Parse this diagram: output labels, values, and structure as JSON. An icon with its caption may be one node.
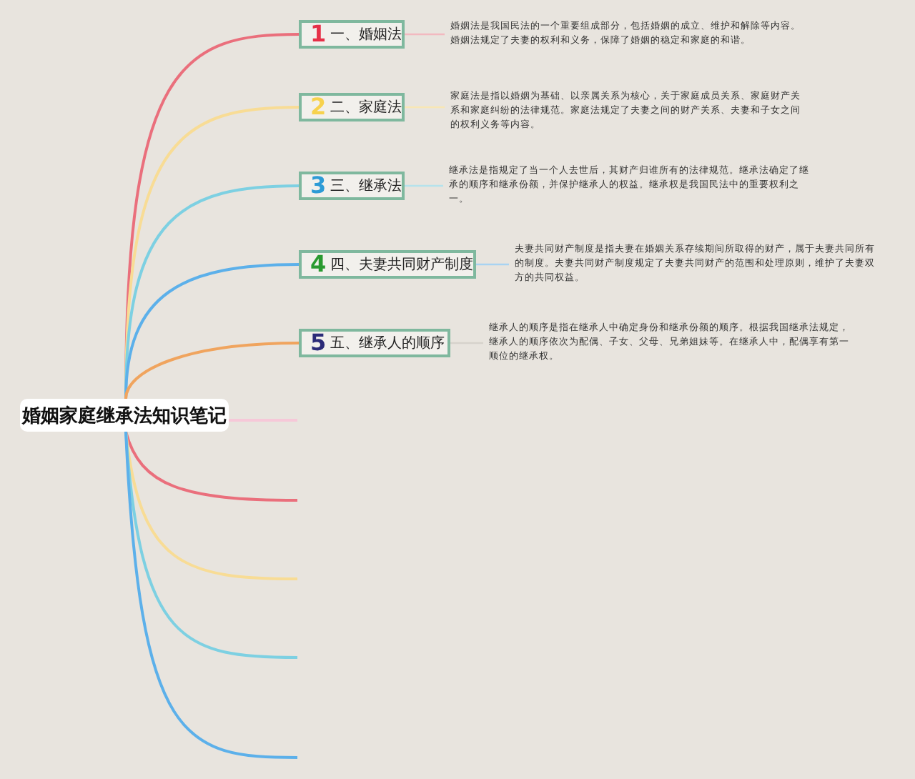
{
  "diagram": {
    "nodes": [
      {
        "text": [
          "婚姻家庭继承法知识笔记"
        ]
      },
      {
        "text": [
          "1",
          "一、婚姻法"
        ]
      },
      {
        "text": [
          "2",
          "二、家庭法"
        ]
      },
      {
        "text": [
          "3",
          "三、继承法"
        ]
      },
      {
        "text": [
          "4",
          "四、夫妻共同财产制度"
        ]
      },
      {
        "text": [
          "5",
          "五、继承人的顺序"
        ]
      },
      {
        "text": [
          "婚姻法是我国民法的一个重要组成部分，包括婚姻的成立、维护和解除等内容。婚姻法规定了夫妻的权利和义务，保障了婚姻的稳定和家庭的和谐。"
        ]
      },
      {
        "text": [
          "家庭法是指以婚姻为基础、以亲属关系为核心，关于家庭成员关系、家庭财产关系和家庭纠纷的法律规范。家庭法规定了夫妻之间的财产关系、夫妻和子女之间的权利义务等内容。"
        ]
      },
      {
        "text": [
          "继承法是指规定了当一个人去世后，其财产归谁所有的法律规范。继承法确定了继承的顺序和继承份额，并保护继承人的权益。继承权是我国民法中的重要权利之一。"
        ]
      },
      {
        "text": [
          "夫妻共同财产制度是指夫妻在婚姻关系存续期间所取得的财产，属于夫妻共同所有的制度。夫妻共同财产制度规定了夫妻共同财产的范围和处理原则，维护了夫妻双方的共同权益。"
        ]
      },
      {
        "text": [
          "继承人的顺序是指在继承人中确定身份和继承份额的顺序。根据我国继承法规定，继承人的顺序依次为配偶、子女、父母、兄弟姐妹等。在继承人中，配偶享有第一顺位的继承权。"
        ]
      }
    ],
    "edges": [
      {
        "from": 0,
        "to": 1,
        "arrow": "none",
        "color": "#ea6f7c"
      },
      {
        "from": 0,
        "to": 2,
        "arrow": "none",
        "color": "#f8dc95"
      },
      {
        "from": 0,
        "to": 3,
        "arrow": "none",
        "color": "#7dd0e2"
      },
      {
        "from": 0,
        "to": 4,
        "arrow": "none",
        "color": "#5cb0ea"
      },
      {
        "from": 0,
        "to": 5,
        "arrow": "none",
        "color": "#f0a45e"
      },
      {
        "from": 1,
        "to": 6,
        "arrow": "none",
        "color": "#f2b9c0"
      },
      {
        "from": 2,
        "to": 7,
        "arrow": "none",
        "color": "#f8e6b5"
      },
      {
        "from": 3,
        "to": 8,
        "arrow": "none",
        "color": "#b5e2ec"
      },
      {
        "from": 4,
        "to": 9,
        "arrow": "none",
        "color": "#a8d3f2"
      },
      {
        "from": 5,
        "to": 10,
        "arrow": "none",
        "color": "#d6d2cc"
      },
      {
        "from": 0,
        "to": null,
        "arrow": "none",
        "color": "#f6c8d8"
      },
      {
        "from": 0,
        "to": null,
        "arrow": "none",
        "color": "#ea6f7c"
      },
      {
        "from": 0,
        "to": null,
        "arrow": "none",
        "color": "#f8dc95"
      },
      {
        "from": 0,
        "to": null,
        "arrow": "none",
        "color": "#7dd0e2"
      },
      {
        "from": 0,
        "to": null,
        "arrow": "none",
        "color": "#5cb0ea"
      }
    ]
  }
}
